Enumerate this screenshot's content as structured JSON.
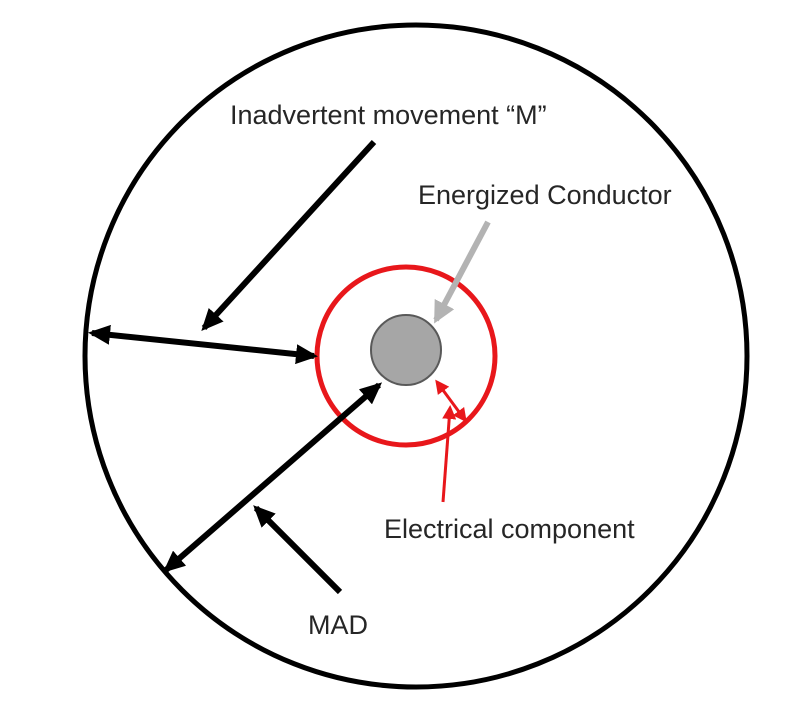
{
  "diagram": {
    "labels": {
      "inadvertent_movement": "Inadvertent movement “M”",
      "energized_conductor": "Energized Conductor",
      "electrical_component": "Electrical component",
      "mad": "MAD"
    },
    "colors": {
      "outer_circle": "#000000",
      "inner_circle": "#e8171b",
      "conductor_fill": "#a6a6a6",
      "conductor_stroke": "#595959",
      "black_arrows": "#000000",
      "grey_arrow": "#b3b3b3",
      "red_arrows": "#e8171b"
    }
  }
}
